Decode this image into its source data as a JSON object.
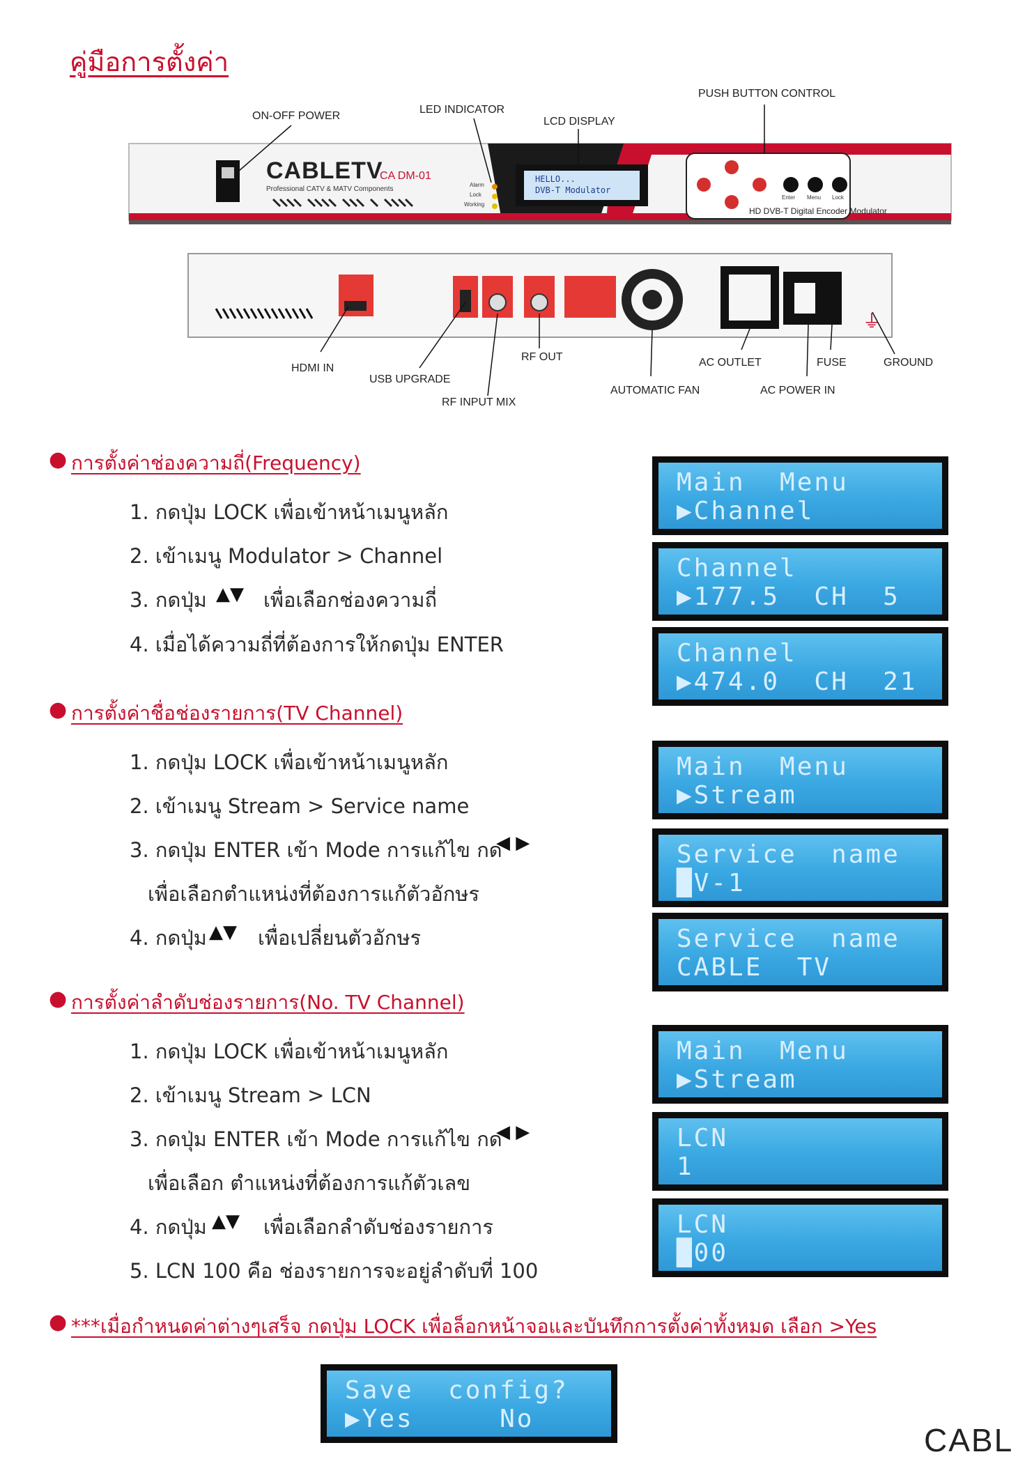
{
  "title": "คู่มือการตั้งค่า",
  "device": {
    "brand": "CABLETV",
    "model": "CA DM-01",
    "tagline": "Professional CATV & MATV Components",
    "lcd_line1": "HELLO...",
    "lcd_line2": "DVB-T Modulator",
    "product": "HD DVB-T Digital Encoder Modulator",
    "led_labels": [
      "Alarm",
      "Lock",
      "Working"
    ],
    "button_labels": [
      "Enter",
      "Menu",
      "Lock"
    ],
    "labels": {
      "on_off": "ON-OFF POWER",
      "led": "LED INDICATOR",
      "lcd": "LCD DISPLAY",
      "push": "PUSH BUTTON CONTROL",
      "hdmi": "HDMI IN",
      "usb": "USB UPGRADE",
      "rf_in": "RF INPUT MIX",
      "rf_out": "RF OUT",
      "fan": "AUTOMATIC FAN",
      "ac_outlet": "AC OUTLET",
      "ac_power": "AC POWER IN",
      "fuse": "FUSE",
      "ground": "GROUND"
    }
  },
  "sections": [
    {
      "heading": "การตั้งค่าช่องความถี่(Frequency)",
      "steps": [
        "1. กดปุ่ม LOCK เพื่อเข้าหน้าเมนูหลัก",
        "2. เข้าเมนู Modulator > Channel",
        "3. กดปุ่ม",
        "เพื่อเลือกช่องความถี่",
        "4. เมื่อได้ความถี่ที่ต้องการให้กดปุ่ม ENTER"
      ],
      "lcds": [
        [
          "Main  Menu",
          "▶Channel"
        ],
        [
          "Channel",
          "▶177.5  CH  5"
        ],
        [
          "Channel",
          "▶474.0  CH  21"
        ]
      ]
    },
    {
      "heading": "การตั้งค่าชื่อช่องรายการ(TV Channel)",
      "steps": [
        "1. กดปุ่ม LOCK เพื่อเข้าหน้าเมนูหลัก",
        "2. เข้าเมนู Stream > Service name",
        "3. กดปุ่ม ENTER เข้า Mode การแก้ไข กด",
        "เพื่อเลือกตำแหน่งที่ต้องการแก้ตัวอักษร",
        "4. กดปุ่ม",
        "เพื่อเปลี่ยนตัวอักษร"
      ],
      "lcds": [
        [
          "Main  Menu",
          "▶Stream"
        ],
        [
          "Service  name",
          "█V-1"
        ],
        [
          "Service  name",
          "CABLE  TV"
        ]
      ]
    },
    {
      "heading": "การตั้งค่าลำดับช่องรายการ(No. TV Channel)",
      "steps": [
        "1. กดปุ่ม LOCK เพื่อเข้าหน้าเมนูหลัก",
        "2. เข้าเมนู  Stream > LCN",
        "3. กดปุ่ม ENTER เข้า Mode การแก้ไข กด",
        "เพื่อเลือก ตำแหน่งที่ต้องการแก้ตัวเลข",
        "4. กดปุ่ม",
        "เพื่อเลือกลำดับช่องรายการ",
        "5. LCN 100 คือ ช่องรายการจะอยู่ลำดับที่ 100"
      ],
      "lcds": [
        [
          "Main  Menu",
          "▶Stream"
        ],
        [
          "LCN",
          "1"
        ],
        [
          "LCN",
          "█00"
        ]
      ]
    }
  ],
  "note": "***เมื่อกำหนดค่าต่างๆเสร็จ กดปุ่ม LOCK เพื่อล็อกหน้าจอและบันทึกการตั้งค่าทั้งหมด เลือก >Yes",
  "save_lcd": [
    "Save  config?",
    "▶Yes     No"
  ],
  "corner_logo": "CABL",
  "arrows": {
    "updown": "▲▼",
    "leftright": "◀ ▶"
  },
  "colors": {
    "accent": "#c8102e",
    "lcd": "#3aa8e2"
  }
}
